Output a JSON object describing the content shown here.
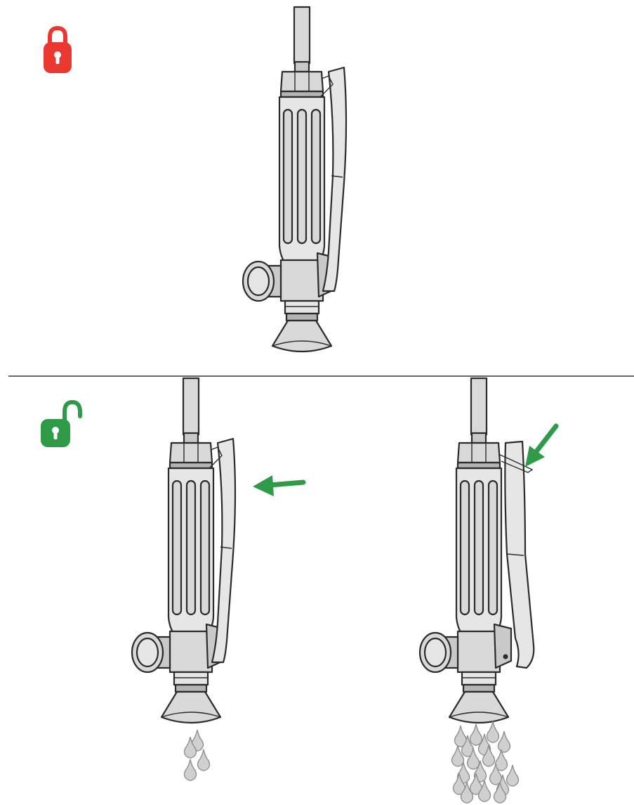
{
  "colors": {
    "locked": "#e8382f",
    "unlocked": "#2f9b48",
    "arrow": "#2f9b48",
    "metal": "#d9d9d9",
    "line": "#2b2b2b",
    "divider": "#333333",
    "drop": "#d0d0d0"
  },
  "panels": [
    {
      "state": "locked",
      "icon": "padlock-closed-icon",
      "lever": "rest",
      "arrow": "none",
      "flow": "none"
    },
    {
      "state": "unlocked",
      "icon": "padlock-open-icon",
      "lever": "rest",
      "arrow": "left",
      "flow": "drip"
    },
    {
      "state": "unlocked",
      "icon": "none",
      "lever": "squeezed",
      "arrow": "down-left",
      "flow": "full"
    }
  ]
}
